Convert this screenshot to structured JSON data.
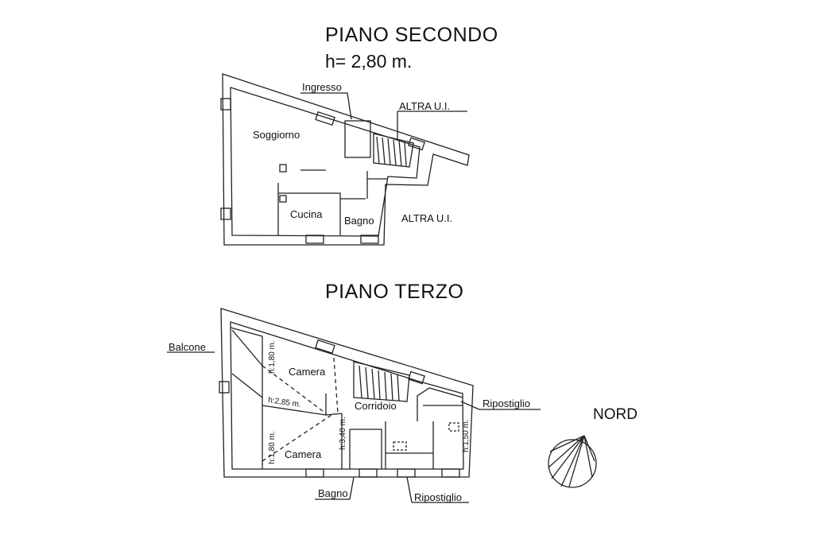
{
  "second_floor": {
    "title": "PIANO SECONDO",
    "height": "h= 2,80 m.",
    "rooms": {
      "living": "Soggiorno",
      "kitchen": "Cucina",
      "bath": "Bagno",
      "entrance": "Ingresso",
      "other_unit_top": "ALTRA U.I.",
      "other_unit_right": "ALTRA U.I."
    }
  },
  "third_floor": {
    "title": "PIANO TERZO",
    "rooms": {
      "balcony": "Balcone",
      "bedroom_top": "Camera",
      "bedroom_bottom": "Camera",
      "corridor": "Corridoio",
      "storage_right": "Ripostiglio",
      "storage_bottom": "Ripostiglio",
      "bath": "Bagno"
    },
    "heights": {
      "h1": "h:1,80 m.",
      "h2": "h:2,85 m.",
      "h3": "h:1,80 m.",
      "h4": "h:3,40 m.",
      "h5": "h:1,50 m."
    }
  },
  "compass": {
    "label": "NORD"
  }
}
